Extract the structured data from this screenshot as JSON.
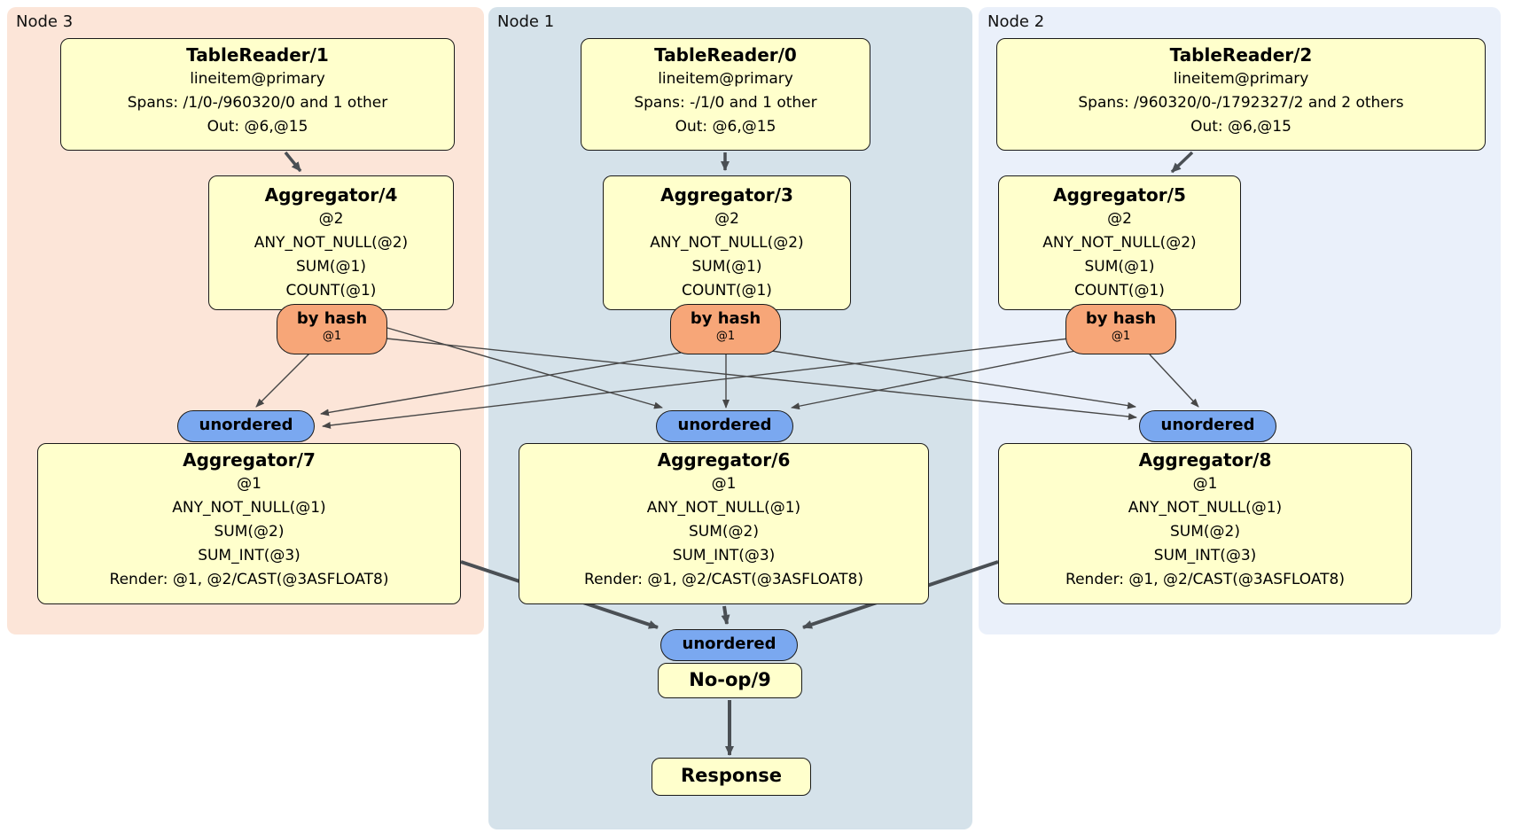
{
  "panels": [
    {
      "label": "Node 3"
    },
    {
      "label": "Node 1"
    },
    {
      "label": "Node 2"
    }
  ],
  "boxes": {
    "tr1": {
      "title": "TableReader/1",
      "lines": [
        "lineitem@primary",
        "Spans: /1/0-/960320/0 and 1 other",
        "Out: @6,@15"
      ]
    },
    "tr0": {
      "title": "TableReader/0",
      "lines": [
        "lineitem@primary",
        "Spans: -/1/0 and 1 other",
        "Out: @6,@15"
      ]
    },
    "tr2": {
      "title": "TableReader/2",
      "lines": [
        "lineitem@primary",
        "Spans: /960320/0-/1792327/2 and 2 others",
        "Out: @6,@15"
      ]
    },
    "ag4": {
      "title": "Aggregator/4",
      "lines": [
        "@2",
        "ANY_NOT_NULL(@2)",
        "SUM(@1)",
        "COUNT(@1)"
      ]
    },
    "ag3": {
      "title": "Aggregator/3",
      "lines": [
        "@2",
        "ANY_NOT_NULL(@2)",
        "SUM(@1)",
        "COUNT(@1)"
      ]
    },
    "ag5": {
      "title": "Aggregator/5",
      "lines": [
        "@2",
        "ANY_NOT_NULL(@2)",
        "SUM(@1)",
        "COUNT(@1)"
      ]
    },
    "ag7": {
      "title": "Aggregator/7",
      "lines": [
        "@1",
        "ANY_NOT_NULL(@1)",
        "SUM(@2)",
        "SUM_INT(@3)",
        "Render: @1, @2/CAST(@3ASFLOAT8)"
      ]
    },
    "ag6": {
      "title": "Aggregator/6",
      "lines": [
        "@1",
        "ANY_NOT_NULL(@1)",
        "SUM(@2)",
        "SUM_INT(@3)",
        "Render: @1, @2/CAST(@3ASFLOAT8)"
      ]
    },
    "ag8": {
      "title": "Aggregator/8",
      "lines": [
        "@1",
        "ANY_NOT_NULL(@1)",
        "SUM(@2)",
        "SUM_INT(@3)",
        "Render: @1, @2/CAST(@3ASFLOAT8)"
      ]
    },
    "noop": {
      "title": "No-op/9"
    },
    "response": {
      "title": "Response"
    }
  },
  "routers": {
    "by_hash_label": "by hash",
    "by_hash_key": "@1",
    "unordered_label": "unordered"
  },
  "colors": {
    "node3_bg": "#fce5d8",
    "node1_bg": "#d5e2ea",
    "node2_bg": "#eaf0fa",
    "box_bg": "#ffffcc",
    "by_hash_bg": "#f7a678",
    "unordered_bg": "#7aa8f0",
    "edge_thick": "#4a4f54",
    "edge_thin": "#474747"
  }
}
